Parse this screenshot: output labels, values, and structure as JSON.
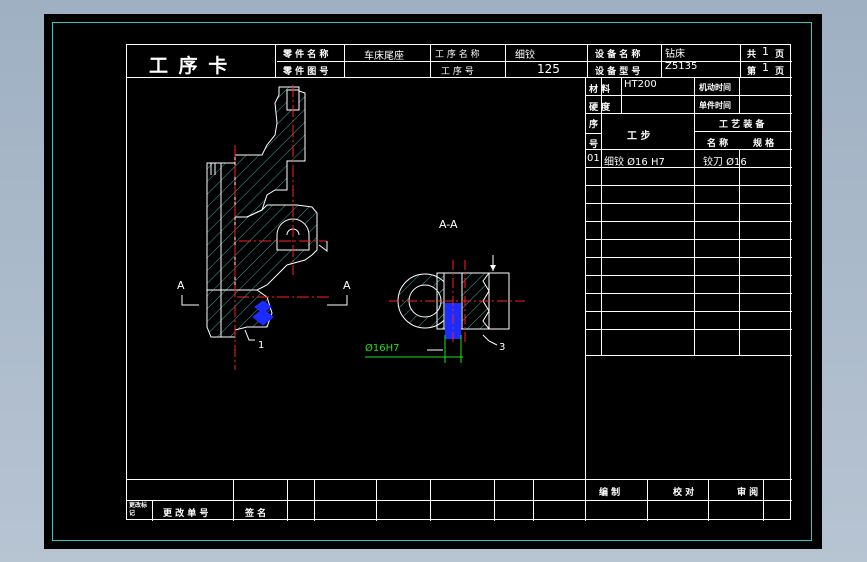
{
  "card": {
    "title": "工 序 卡",
    "part_name_label": "零 件 名 称",
    "part_name_value": "车床尾座",
    "part_no_label": "零 件 图 号",
    "op_name_label": "工 序 名 称",
    "op_name_value": "细铰",
    "op_no_label": "工 序 号",
    "op_no_value": "125",
    "equip_name_label": "设 备 名 称",
    "equip_name_value": "钻床",
    "equip_model_label": "设 备 型 号",
    "equip_model_value": "Z5135",
    "total_label": "共",
    "total_value": "1",
    "page_unit_1": "页",
    "page_label": "第",
    "page_value": "1",
    "page_unit_2": "页"
  },
  "side": {
    "material_label": "材 料",
    "material_value": "HT200",
    "machine_time_label": "机动时间",
    "hardness_label": "硬 度",
    "unit_time_label": "单件时间",
    "seq_label_top": "序",
    "seq_label_bottom": "号",
    "step_label": "工 步",
    "equip_label": "工 艺 装 备",
    "name_label": "名 称",
    "spec_label": "规 格",
    "rows": [
      {
        "seq": "01",
        "step": "细铰 Ø16 H7",
        "tool": "铰刀 Ø16"
      }
    ]
  },
  "drawing": {
    "section_title": "A-A",
    "section_left": "A",
    "section_right": "A",
    "leader_1": "1",
    "leader_3": "3",
    "dimension": "Ø16H7"
  },
  "footer": {
    "change_mark": "更改标记",
    "change_doc": "更 改 单 号",
    "sign": "签 名",
    "compile": "编 制",
    "check": "校 对",
    "review": "审 阅"
  },
  "colors": {
    "background": "#000000",
    "frame": "#33c7c7",
    "hatch": "#44d0d0",
    "center_line": "#ff2020",
    "tool": "#1a2cff",
    "dimension": "#22dd22"
  }
}
